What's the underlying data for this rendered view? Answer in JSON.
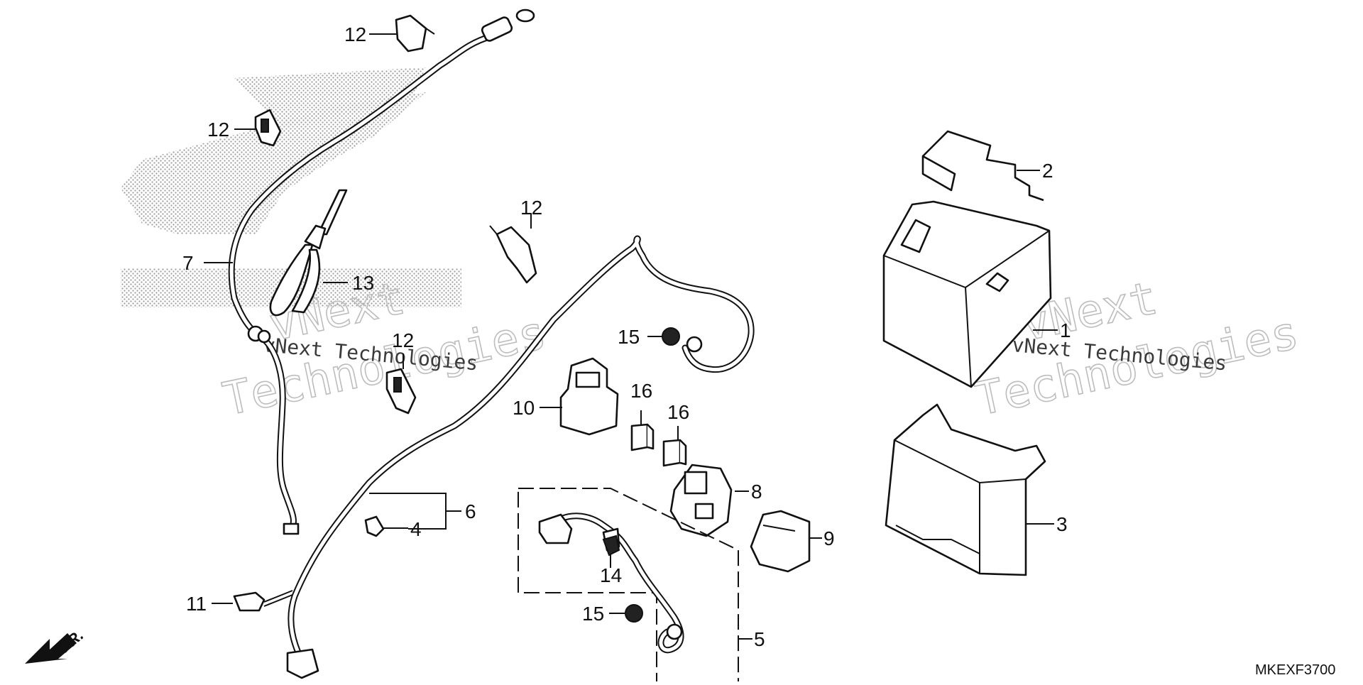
{
  "diagram_code": "MKEXF3700",
  "front_indicator": "FR.",
  "watermark": {
    "outline_text_1": "vNext",
    "outline_text_2": "Technologies",
    "solid_text": "vNext Technologies"
  },
  "callouts": {
    "c1": "1",
    "c2": "2",
    "c3": "3",
    "c4": "4",
    "c5": "5",
    "c6": "6",
    "c7": "7",
    "c8": "8",
    "c9": "9",
    "c10": "10",
    "c11": "11",
    "c12a": "12",
    "c12b": "12",
    "c12c": "12",
    "c12d": "12",
    "c13": "13",
    "c14": "14",
    "c15a": "15",
    "c15b": "15",
    "c16a": "16",
    "c16b": "16"
  }
}
